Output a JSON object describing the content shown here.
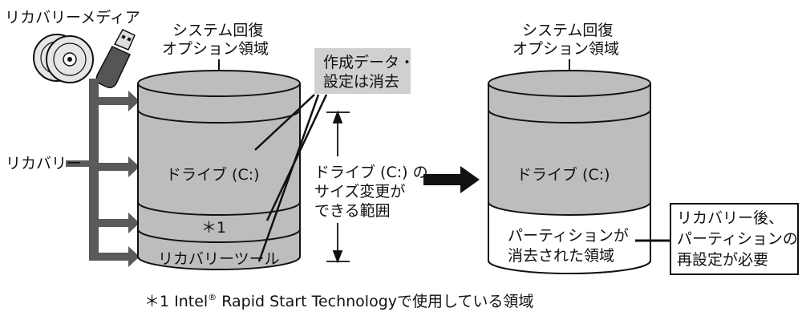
{
  "media": {
    "label": "リカバリーメディア"
  },
  "recovery": {
    "label": "リカバリー"
  },
  "left_drive": {
    "top_label_line1": "システム回復",
    "top_label_line2": "オプション領域",
    "drive_label": "ドライブ (C:)",
    "star_label": "＊1",
    "tool_label": "リカバリーツール"
  },
  "callout": {
    "line1": "作成データ・",
    "line2": "設定は消去"
  },
  "resize_note": {
    "line1": "ドライブ (C:) の",
    "line2": "サイズ変更が",
    "line3": "できる範囲"
  },
  "right_drive": {
    "top_label_line1": "システム回復",
    "top_label_line2": "オプション領域",
    "drive_label": "ドライブ (C:)",
    "erased_line1": "パーティションが",
    "erased_line2": "消去された領域"
  },
  "right_note": {
    "line1": "リカバリー後、",
    "line2": "パーティションの",
    "line3": "再設定が必要"
  },
  "footnote": {
    "prefix": "＊1  Intel",
    "reg": "®",
    "rest": " Rapid Start Technologyで使用している領域"
  },
  "colors": {
    "gray_fill": "#bdbdbd",
    "arrow_gray": "#5a5a5a",
    "callout_bg": "#d0d0d0",
    "outline": "#111111"
  }
}
